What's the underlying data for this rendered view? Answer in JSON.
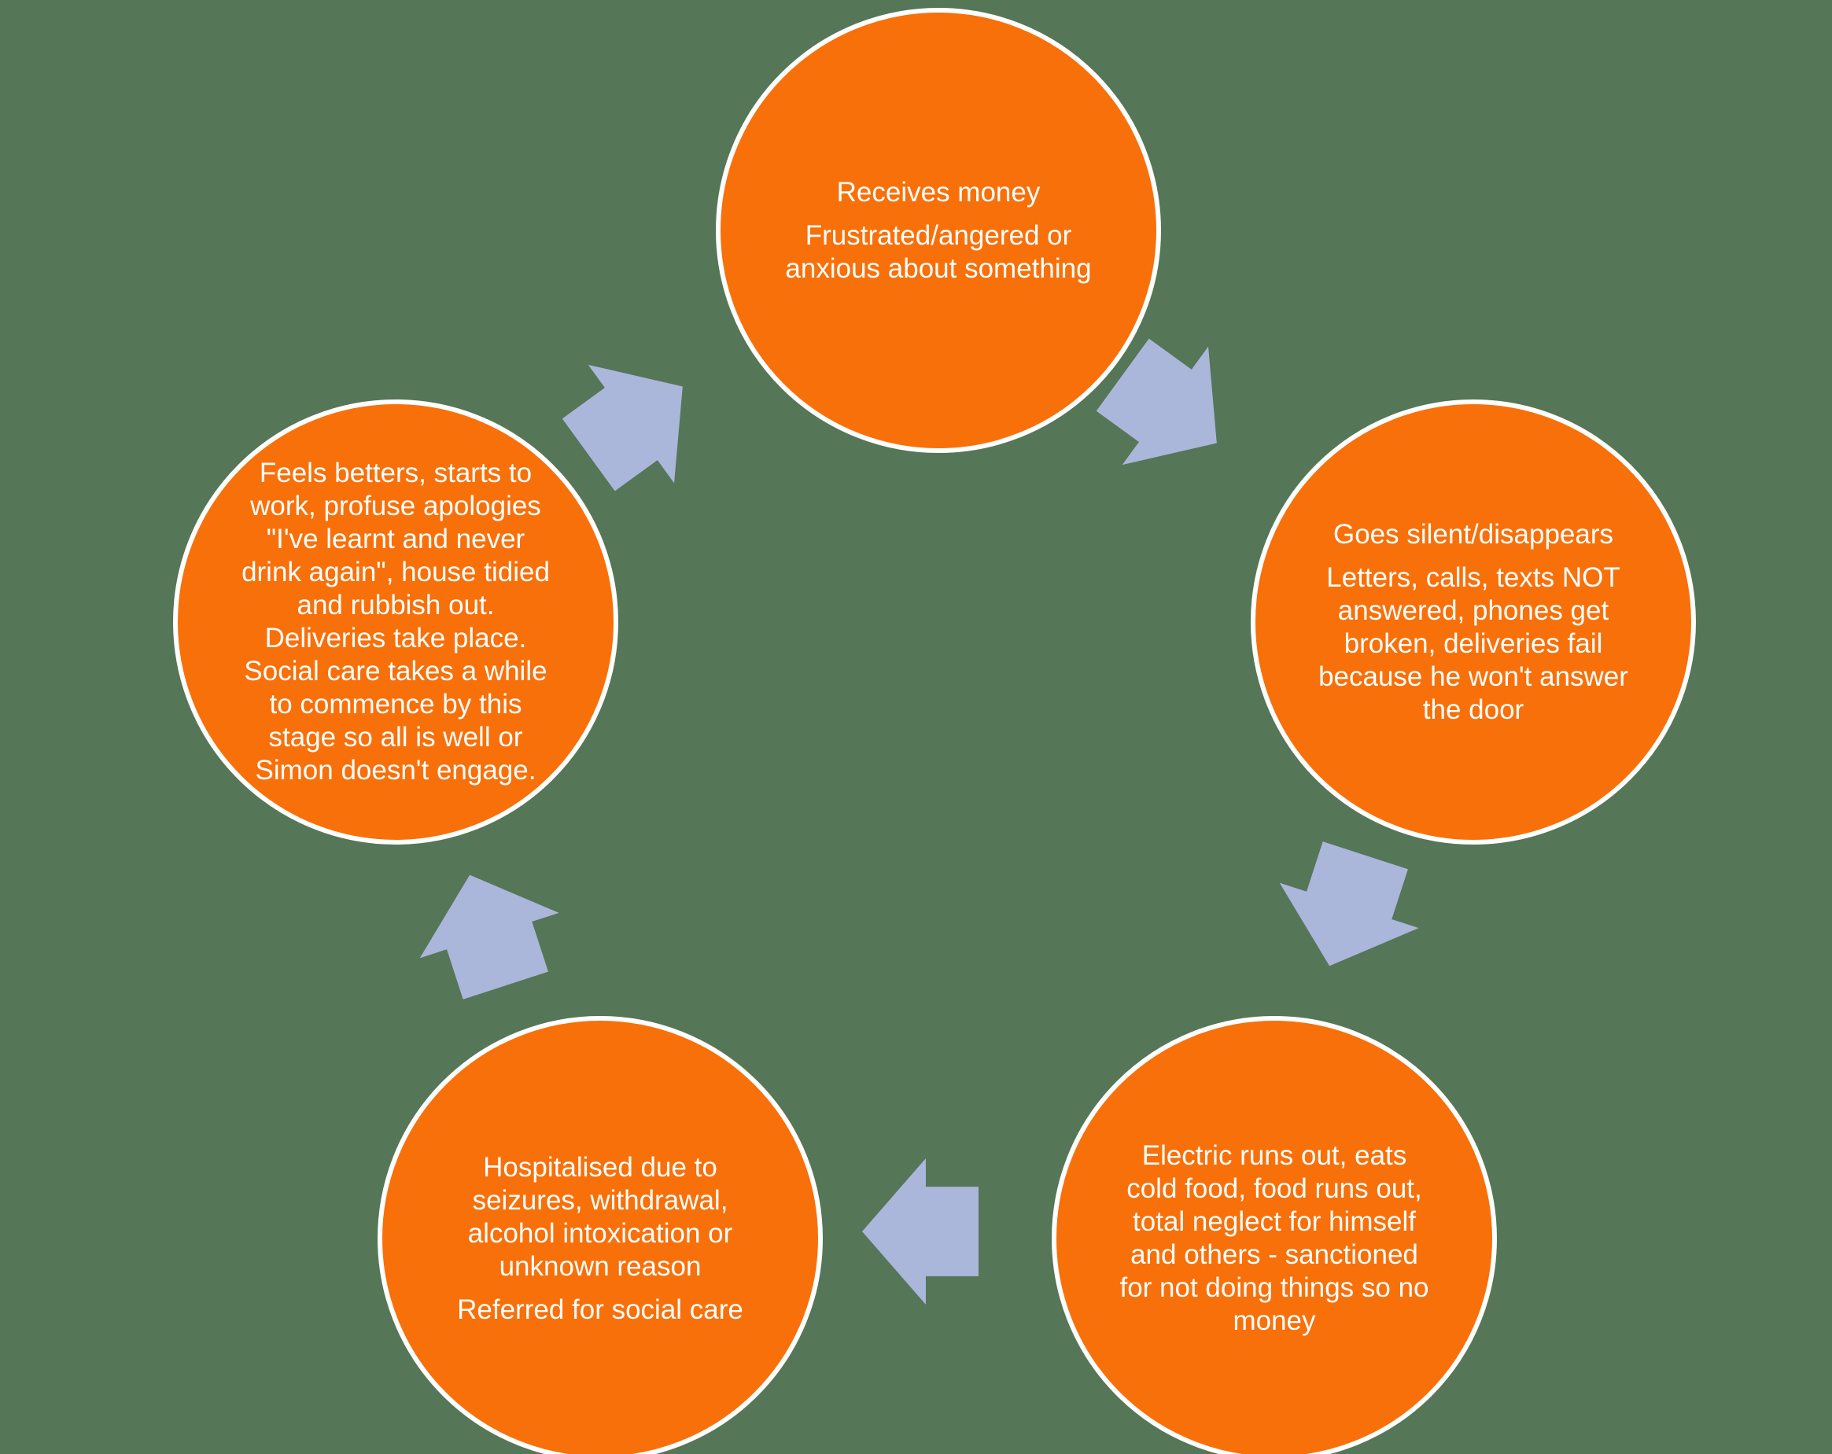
{
  "diagram": {
    "type": "cycle",
    "colors": {
      "background": "#557657",
      "node_fill": "#F8700A",
      "node_border": "#FFFFFF",
      "text": "#FFFFFF",
      "arrow": "#ABB6DB"
    },
    "nodes": [
      {
        "name": "receives-money",
        "position": "top",
        "paragraphs": [
          "Receives money",
          "Frustrated/angered or\nanxious about something"
        ]
      },
      {
        "name": "goes-silent",
        "position": "right",
        "paragraphs": [
          "Goes silent/disappears",
          "Letters, calls, texts NOT\nanswered, phones get\nbroken, deliveries fail\nbecause he won't answer\nthe door"
        ]
      },
      {
        "name": "electric-runs-out",
        "position": "bottom-right",
        "paragraphs": [
          "Electric runs out, eats\ncold food, food runs out,\ntotal neglect for himself\nand others - sanctioned\nfor not doing things so no\nmoney"
        ]
      },
      {
        "name": "hospitalised",
        "position": "bottom-left",
        "paragraphs": [
          "Hospitalised due to\nseizures, withdrawal,\nalcohol intoxication or\nunknown reason",
          "Referred for social care"
        ]
      },
      {
        "name": "feels-better",
        "position": "left",
        "paragraphs": [
          "Feels betters, starts to\nwork, profuse apologies\n\"I've learnt and never\ndrink again\", house tidied\nand rubbish out.\nDeliveries take place.\nSocial care takes a while\nto commence by this\nstage so all is well or\nSimon doesn't engage."
        ]
      }
    ],
    "arrows": [
      {
        "name": "arrow-top-to-right",
        "from": "receives-money",
        "to": "goes-silent"
      },
      {
        "name": "arrow-right-to-bottom-right",
        "from": "goes-silent",
        "to": "electric-runs-out"
      },
      {
        "name": "arrow-bottom-right-to-bottom-left",
        "from": "electric-runs-out",
        "to": "hospitalised"
      },
      {
        "name": "arrow-bottom-left-to-left",
        "from": "hospitalised",
        "to": "feels-better"
      },
      {
        "name": "arrow-left-to-top",
        "from": "feels-better",
        "to": "receives-money"
      }
    ]
  }
}
